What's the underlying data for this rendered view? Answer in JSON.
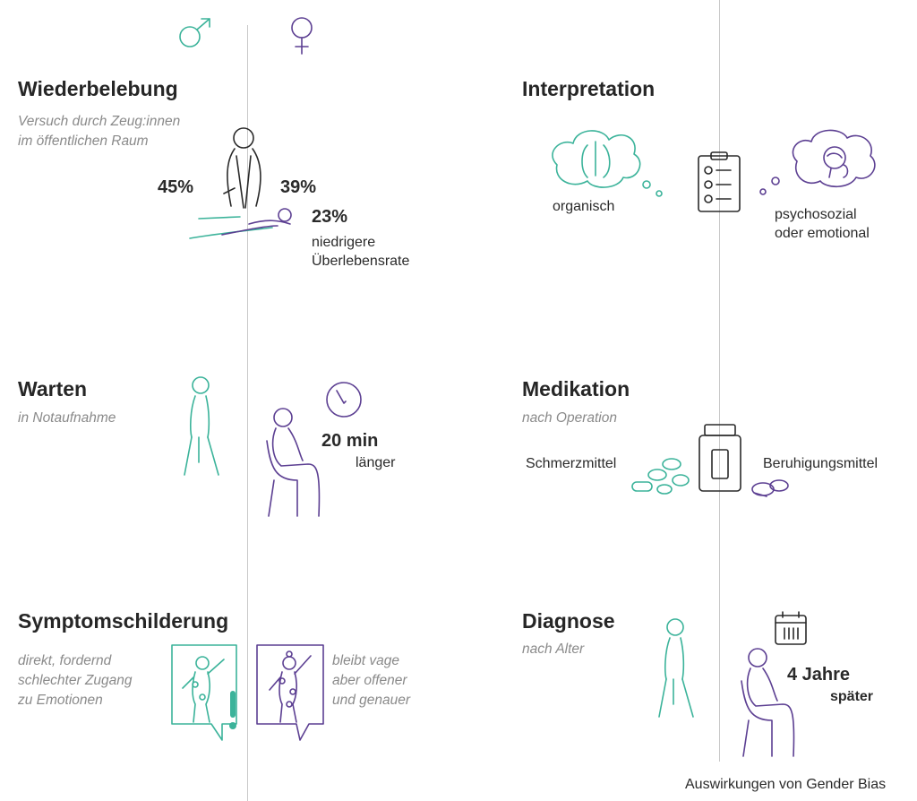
{
  "gender": {
    "male_icon": "male-symbol-icon",
    "female_icon": "female-symbol-icon"
  },
  "colors": {
    "male": "#3bb39a",
    "female": "#5c3f92",
    "text": "#262626",
    "subtext": "#8a8a8a",
    "divider": "#c8c8c8"
  },
  "wiederbelebung": {
    "title": "Wiederbelebung",
    "subtitle_line1": "Versuch durch Zeug:innen",
    "subtitle_line2": "im öffentlichen Raum",
    "male_pct": "45%",
    "female_pct": "39%",
    "diff_pct": "23%",
    "diff_line1": "niedrigere",
    "diff_line2": "Überlebensrate"
  },
  "interpretation": {
    "title": "Interpretation",
    "left_label": "organisch",
    "right_line1": "psychosozial",
    "right_line2": "oder emotional"
  },
  "warten": {
    "title": "Warten",
    "subtitle": "in Notaufnahme",
    "value": "20 min",
    "value_label": "länger"
  },
  "medikation": {
    "title": "Medikation",
    "subtitle": "nach Operation",
    "left_label": "Schmerzmittel",
    "right_label": "Beruhigungsmittel"
  },
  "symptom": {
    "title": "Symptomschilderung",
    "left_line1": "direkt, fordernd",
    "left_line2": "schlechter Zugang",
    "left_line3": "zu Emotionen",
    "right_line1": "bleibt vage",
    "right_line2": "aber offener",
    "right_line3": "und genauer"
  },
  "diagnose": {
    "title": "Diagnose",
    "subtitle": "nach Alter",
    "value": "4 Jahre",
    "value_label": "später"
  },
  "footer": {
    "caption": "Auswirkungen von Gender Bias"
  }
}
